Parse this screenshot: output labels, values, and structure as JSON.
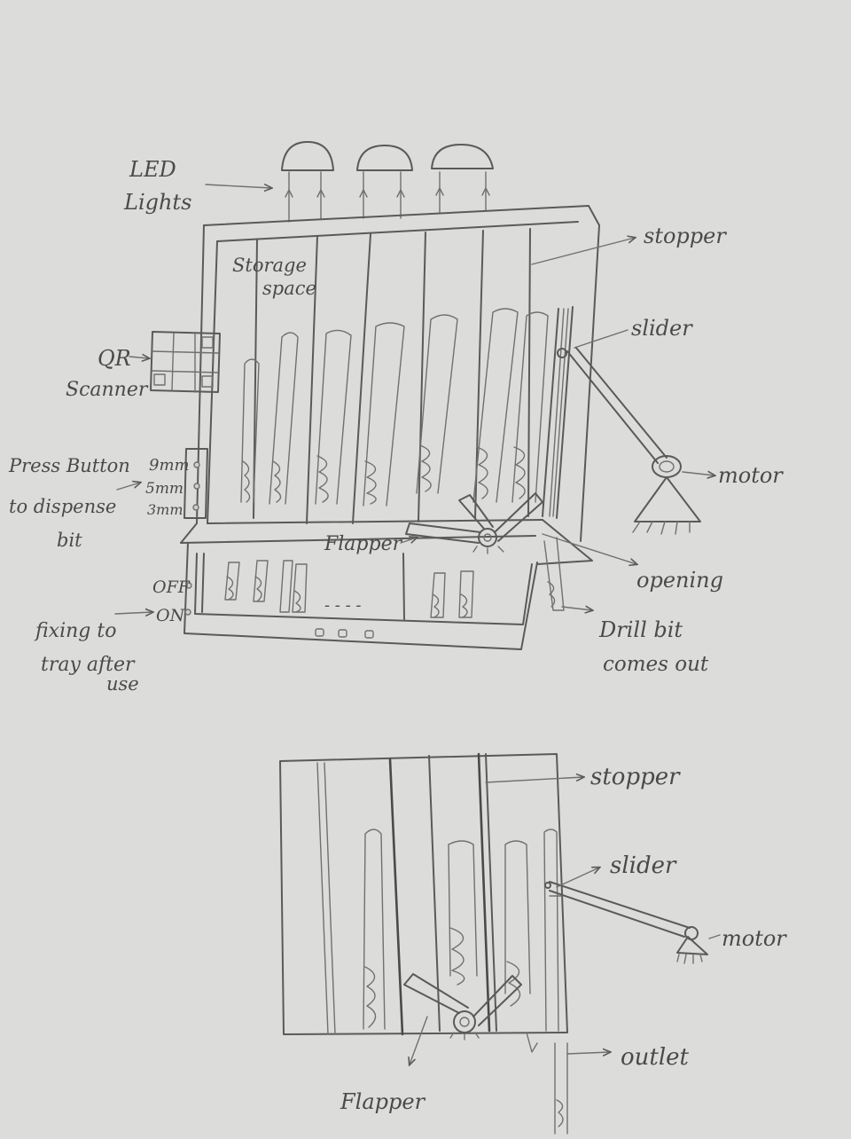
{
  "top_diagram": {
    "labels": {
      "led_lights_line1": "LED",
      "led_lights_line2": "Lights",
      "storage_line1": "Storage",
      "storage_line2": "space",
      "stopper": "stopper",
      "slider": "slider",
      "qr_line1": "QR",
      "qr_line2": "Scanner",
      "motor": "motor",
      "press_line1": "Press Button",
      "press_line2": "to dispense",
      "press_line3": "bit",
      "size_9": "9mm",
      "size_5": "5mm",
      "size_3": "3mm",
      "flapper": "Flapper",
      "opening": "opening",
      "off": "OFF",
      "on": "ON",
      "fixing_line1": "fixing to",
      "fixing_line2": "tray after",
      "fixing_line3": "use",
      "drill_line1": "Drill bit",
      "drill_line2": "comes out",
      "tray_dots": "- - - -"
    }
  },
  "bottom_diagram": {
    "labels": {
      "stopper": "stopper",
      "slider": "slider",
      "motor": "motor",
      "outlet": "outlet",
      "flapper": "Flapper"
    }
  },
  "colors": {
    "paper": "#dcdcda",
    "pencil": "#5a5a5a"
  }
}
